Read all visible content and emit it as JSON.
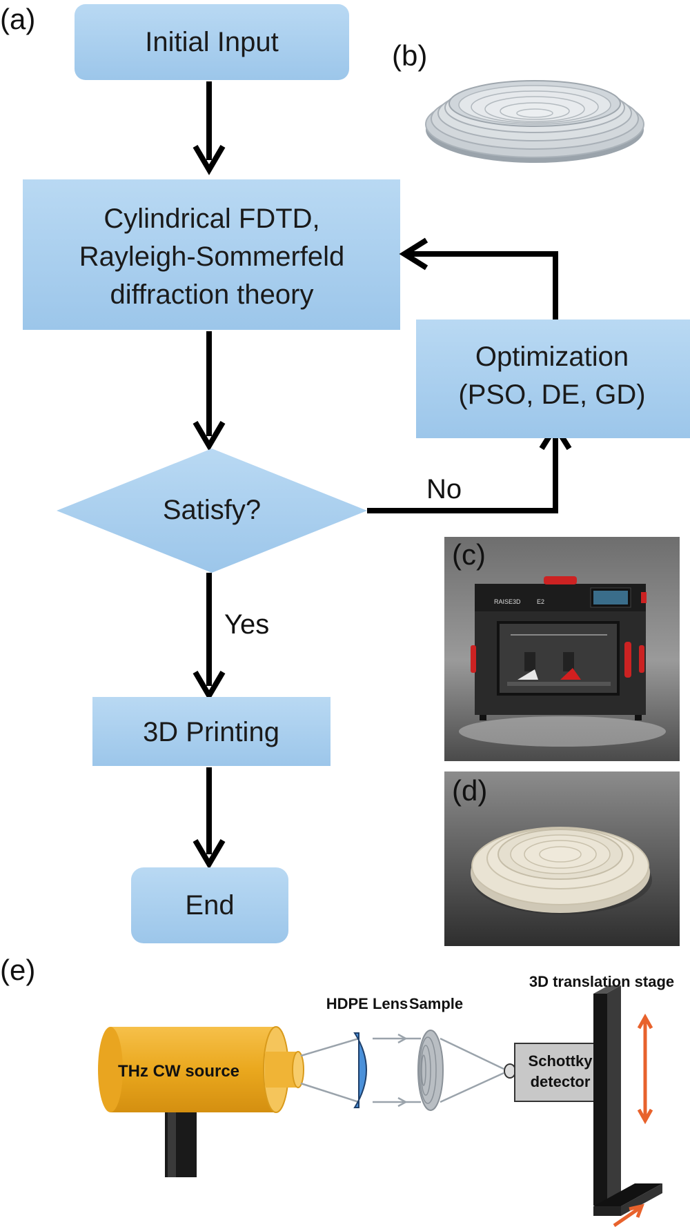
{
  "panels": {
    "a": "(a)",
    "b": "(b)",
    "c": "(c)",
    "d": "(d)",
    "e": "(e)"
  },
  "flowchart": {
    "initial_input": "Initial Input",
    "model_line1": "Cylindrical FDTD,",
    "model_line2": "Rayleigh-Sommerfeld",
    "model_line3": "diffraction theory",
    "optimization_line1": "Optimization",
    "optimization_line2": "(PSO, DE, GD)",
    "decision": "Satisfy?",
    "no": "No",
    "yes": "Yes",
    "printing": "3D Printing",
    "end": "End"
  },
  "printer": {
    "brand": "RAISE3D",
    "model": "E2"
  },
  "setup": {
    "source": "THz CW source",
    "lens": "HDPE Lens",
    "sample": "Sample",
    "stage": "3D translation stage",
    "detector_line1": "Schottky",
    "detector_line2": "detector"
  },
  "colors": {
    "box_fill": "#a9cfee",
    "arrow": "#000000",
    "source": "#f2b632",
    "lens": "#4a90d9",
    "detector": "#c8c8c8",
    "stage_arrow": "#e8622c"
  }
}
